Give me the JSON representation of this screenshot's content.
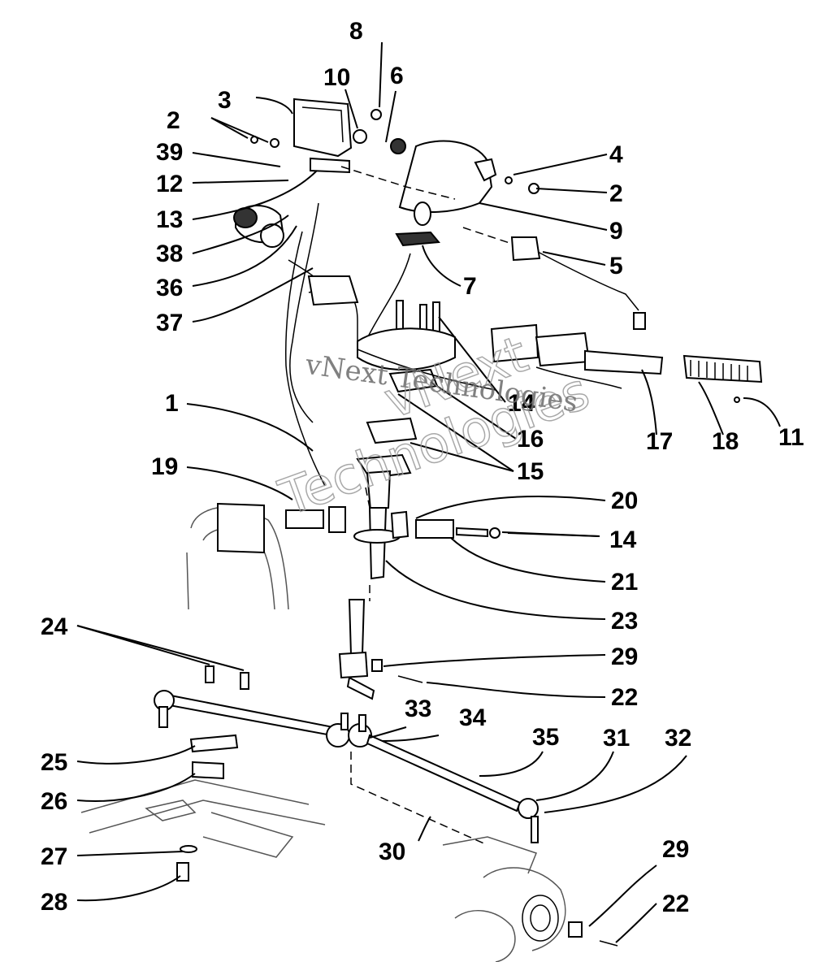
{
  "watermark": {
    "line1": "vNext Technologies",
    "outline_word1": "vNext",
    "outline_word2": "Technologies"
  },
  "callouts": [
    {
      "id": "c1",
      "text": "1"
    },
    {
      "id": "c2a",
      "text": "2"
    },
    {
      "id": "c2b",
      "text": "2"
    },
    {
      "id": "c3",
      "text": "3"
    },
    {
      "id": "c4",
      "text": "4"
    },
    {
      "id": "c5",
      "text": "5"
    },
    {
      "id": "c6",
      "text": "6"
    },
    {
      "id": "c7",
      "text": "7"
    },
    {
      "id": "c8",
      "text": "8"
    },
    {
      "id": "c9",
      "text": "9"
    },
    {
      "id": "c10",
      "text": "10"
    },
    {
      "id": "c11",
      "text": "11"
    },
    {
      "id": "c12",
      "text": "12"
    },
    {
      "id": "c13",
      "text": "13"
    },
    {
      "id": "c14a",
      "text": "14"
    },
    {
      "id": "c14b",
      "text": "14"
    },
    {
      "id": "c15",
      "text": "15"
    },
    {
      "id": "c16",
      "text": "16"
    },
    {
      "id": "c17",
      "text": "17"
    },
    {
      "id": "c18",
      "text": "18"
    },
    {
      "id": "c19",
      "text": "19"
    },
    {
      "id": "c20",
      "text": "20"
    },
    {
      "id": "c21",
      "text": "21"
    },
    {
      "id": "c22a",
      "text": "22"
    },
    {
      "id": "c22b",
      "text": "22"
    },
    {
      "id": "c23",
      "text": "23"
    },
    {
      "id": "c24",
      "text": "24"
    },
    {
      "id": "c25",
      "text": "25"
    },
    {
      "id": "c26",
      "text": "26"
    },
    {
      "id": "c27",
      "text": "27"
    },
    {
      "id": "c28",
      "text": "28"
    },
    {
      "id": "c29a",
      "text": "29"
    },
    {
      "id": "c29b",
      "text": "29"
    },
    {
      "id": "c30",
      "text": "30"
    },
    {
      "id": "c31",
      "text": "31"
    },
    {
      "id": "c32",
      "text": "32"
    },
    {
      "id": "c33",
      "text": "33"
    },
    {
      "id": "c34",
      "text": "34"
    },
    {
      "id": "c35",
      "text": "35"
    },
    {
      "id": "c36",
      "text": "36"
    },
    {
      "id": "c37",
      "text": "37"
    },
    {
      "id": "c38",
      "text": "38"
    },
    {
      "id": "c39",
      "text": "39"
    }
  ]
}
